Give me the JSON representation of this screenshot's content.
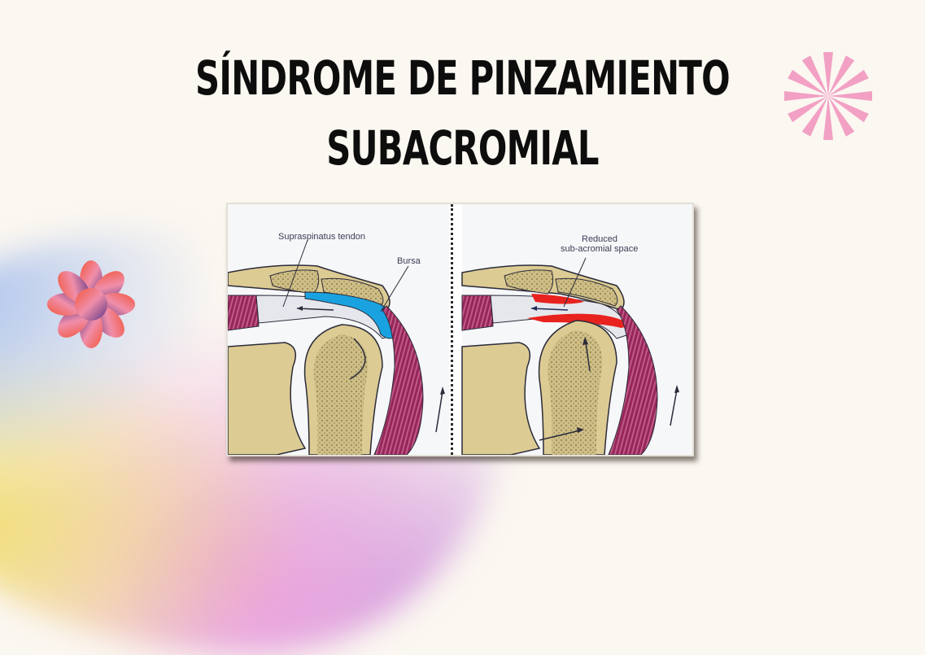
{
  "title": {
    "line1": "SÍNDROME DE PINZAMIENTO",
    "line2": "SUBACROMIAL"
  },
  "illustration": {
    "left_panel": {
      "label_tendon": "Supraspinatus tendon",
      "label_bursa": "Bursa"
    },
    "right_panel": {
      "label_line1": "Reduced",
      "label_line2": "sub-acromial space"
    }
  },
  "decorations": {
    "starburst_colors": [
      "#f0524a",
      "#f08cb4"
    ],
    "flower_colors": [
      "#f25a3c",
      "#f08aa8",
      "#6a3f8a"
    ]
  }
}
